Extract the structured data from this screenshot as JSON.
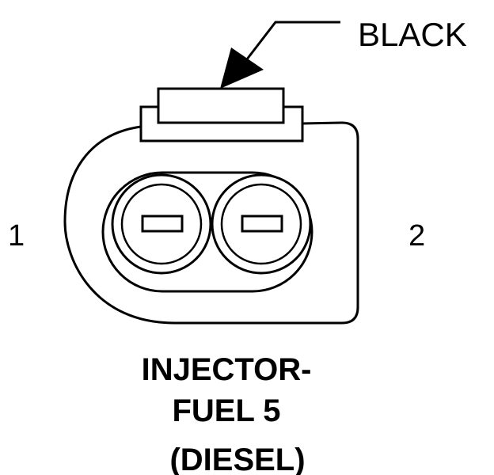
{
  "diagram": {
    "callout_label": "BLACK",
    "pin_labels": [
      "1",
      "2"
    ],
    "title_lines": [
      "INJECTOR-",
      "FUEL 5",
      "(DIESEL)"
    ]
  },
  "colors": {
    "line": "#000000",
    "background": "#ffffff"
  }
}
